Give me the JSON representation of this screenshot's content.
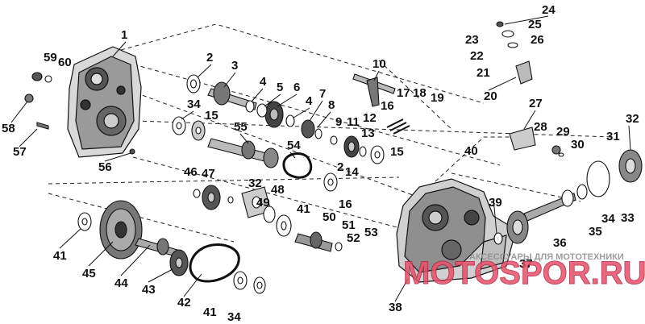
{
  "diagram": {
    "callouts": [
      {
        "id": "c1",
        "text": "1"
      },
      {
        "id": "c2a",
        "text": "2"
      },
      {
        "id": "c2b",
        "text": "2"
      },
      {
        "id": "c3",
        "text": "3"
      },
      {
        "id": "c4a",
        "text": "4"
      },
      {
        "id": "c4b",
        "text": "4"
      },
      {
        "id": "c5",
        "text": "5"
      },
      {
        "id": "c6",
        "text": "6"
      },
      {
        "id": "c7",
        "text": "7"
      },
      {
        "id": "c8",
        "text": "8"
      },
      {
        "id": "c9",
        "text": "9"
      },
      {
        "id": "c10",
        "text": "10"
      },
      {
        "id": "c11",
        "text": "11"
      },
      {
        "id": "c12",
        "text": "12"
      },
      {
        "id": "c13",
        "text": "13"
      },
      {
        "id": "c14",
        "text": "14"
      },
      {
        "id": "c15a",
        "text": "15"
      },
      {
        "id": "c15b",
        "text": "15"
      },
      {
        "id": "c16a",
        "text": "16"
      },
      {
        "id": "c16b",
        "text": "16"
      },
      {
        "id": "c17",
        "text": "17"
      },
      {
        "id": "c18",
        "text": "18"
      },
      {
        "id": "c19",
        "text": "19"
      },
      {
        "id": "c20",
        "text": "20"
      },
      {
        "id": "c21",
        "text": "21"
      },
      {
        "id": "c22",
        "text": "22"
      },
      {
        "id": "c23",
        "text": "23"
      },
      {
        "id": "c24",
        "text": "24"
      },
      {
        "id": "c25",
        "text": "25"
      },
      {
        "id": "c26",
        "text": "26"
      },
      {
        "id": "c27",
        "text": "27"
      },
      {
        "id": "c28",
        "text": "28"
      },
      {
        "id": "c29",
        "text": "29"
      },
      {
        "id": "c30",
        "text": "30"
      },
      {
        "id": "c31",
        "text": "31"
      },
      {
        "id": "c32a",
        "text": "32"
      },
      {
        "id": "c32b",
        "text": "32"
      },
      {
        "id": "c33",
        "text": "33"
      },
      {
        "id": "c34a",
        "text": "34"
      },
      {
        "id": "c34b",
        "text": "34"
      },
      {
        "id": "c34c",
        "text": "34"
      },
      {
        "id": "c35",
        "text": "35"
      },
      {
        "id": "c36",
        "text": "36"
      },
      {
        "id": "c37",
        "text": "37"
      },
      {
        "id": "c38",
        "text": "38"
      },
      {
        "id": "c39",
        "text": "39"
      },
      {
        "id": "c40",
        "text": "40"
      },
      {
        "id": "c41a",
        "text": "41"
      },
      {
        "id": "c41b",
        "text": "41"
      },
      {
        "id": "c41c",
        "text": "41"
      },
      {
        "id": "c42",
        "text": "42"
      },
      {
        "id": "c43",
        "text": "43"
      },
      {
        "id": "c44",
        "text": "44"
      },
      {
        "id": "c45",
        "text": "45"
      },
      {
        "id": "c46",
        "text": "46"
      },
      {
        "id": "c47",
        "text": "47"
      },
      {
        "id": "c48",
        "text": "48"
      },
      {
        "id": "c49",
        "text": "49"
      },
      {
        "id": "c50",
        "text": "50"
      },
      {
        "id": "c51",
        "text": "51"
      },
      {
        "id": "c52",
        "text": "52"
      },
      {
        "id": "c53",
        "text": "53"
      },
      {
        "id": "c54",
        "text": "54"
      },
      {
        "id": "c55",
        "text": "55"
      },
      {
        "id": "c56",
        "text": "56"
      },
      {
        "id": "c57",
        "text": "57"
      },
      {
        "id": "c58",
        "text": "58"
      },
      {
        "id": "c59",
        "text": "59"
      },
      {
        "id": "c60",
        "text": "60"
      }
    ]
  },
  "watermark": {
    "logo_text": "MOTOSPOR.RU",
    "tagline": "АКСЕССУАРЫ ДЛЯ МОТОТЕХНИКИ",
    "logo_color": "#e8506a",
    "tagline_color": "#8c8c8c"
  }
}
